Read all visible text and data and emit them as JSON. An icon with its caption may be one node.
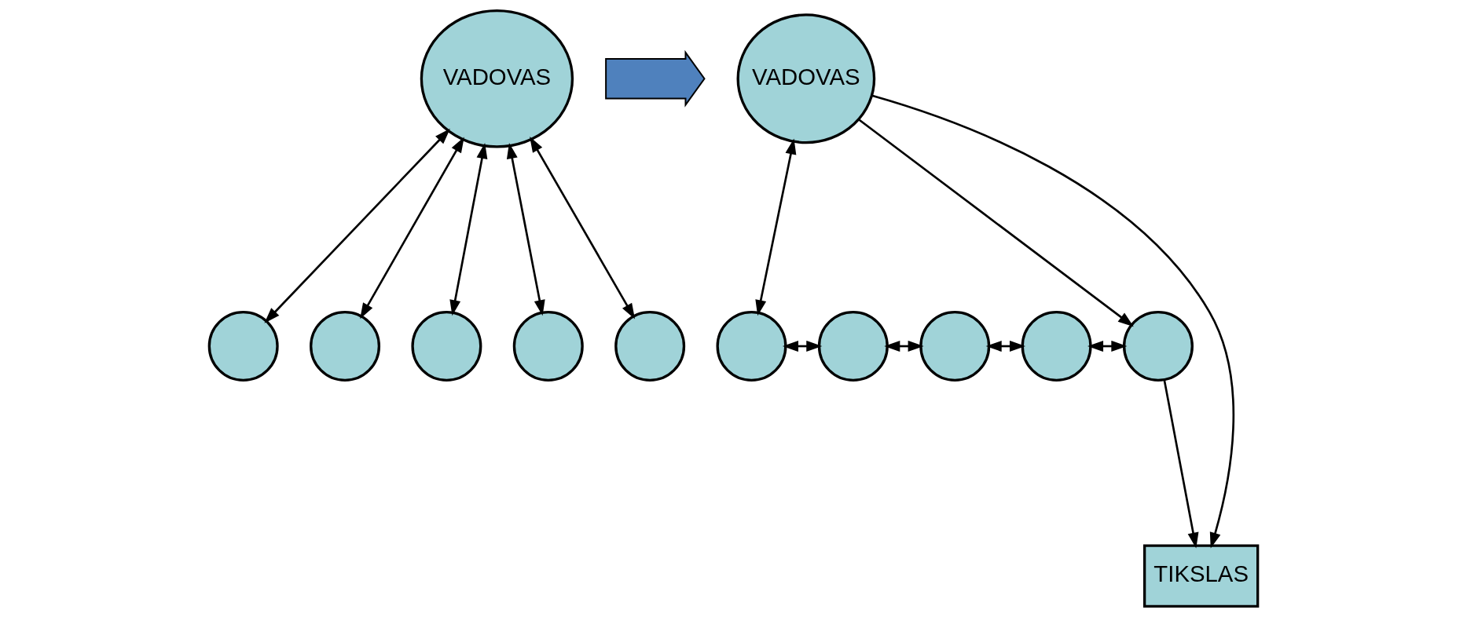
{
  "diagram": {
    "nodes": [
      {
        "text": [
          "VADOVAS"
        ]
      },
      {
        "text": [],
        "shape": "circle"
      },
      {
        "text": [],
        "shape": "circle"
      },
      {
        "text": [],
        "shape": "circle"
      },
      {
        "text": [],
        "shape": "circle"
      },
      {
        "text": [],
        "shape": "circle"
      },
      {
        "text": [],
        "shape": "arrow"
      },
      {
        "text": [
          "VADOVAS"
        ]
      },
      {
        "text": [],
        "shape": "circle"
      },
      {
        "text": [],
        "shape": "circle"
      },
      {
        "text": [],
        "shape": "circle"
      },
      {
        "text": [],
        "shape": "circle"
      },
      {
        "text": [],
        "shape": "circle"
      },
      {
        "text": [
          "TIKSLAS"
        ]
      }
    ],
    "edges": [
      {
        "from": 0,
        "to": 1,
        "arrow": "both"
      },
      {
        "from": 0,
        "to": 2,
        "arrow": "both"
      },
      {
        "from": 0,
        "to": 3,
        "arrow": "both"
      },
      {
        "from": 0,
        "to": 4,
        "arrow": "both"
      },
      {
        "from": 0,
        "to": 5,
        "arrow": "both"
      },
      {
        "from": 7,
        "to": 8,
        "arrow": "both"
      },
      {
        "from": 7,
        "to": 12,
        "arrow": "to"
      },
      {
        "from": 7,
        "to": 13,
        "arrow": "to"
      },
      {
        "from": 8,
        "to": 9,
        "arrow": "both"
      },
      {
        "from": 9,
        "to": 10,
        "arrow": "both"
      },
      {
        "from": 10,
        "to": 11,
        "arrow": "both"
      },
      {
        "from": 11,
        "to": 12,
        "arrow": "both"
      },
      {
        "from": 12,
        "to": 13,
        "arrow": "to"
      }
    ]
  }
}
